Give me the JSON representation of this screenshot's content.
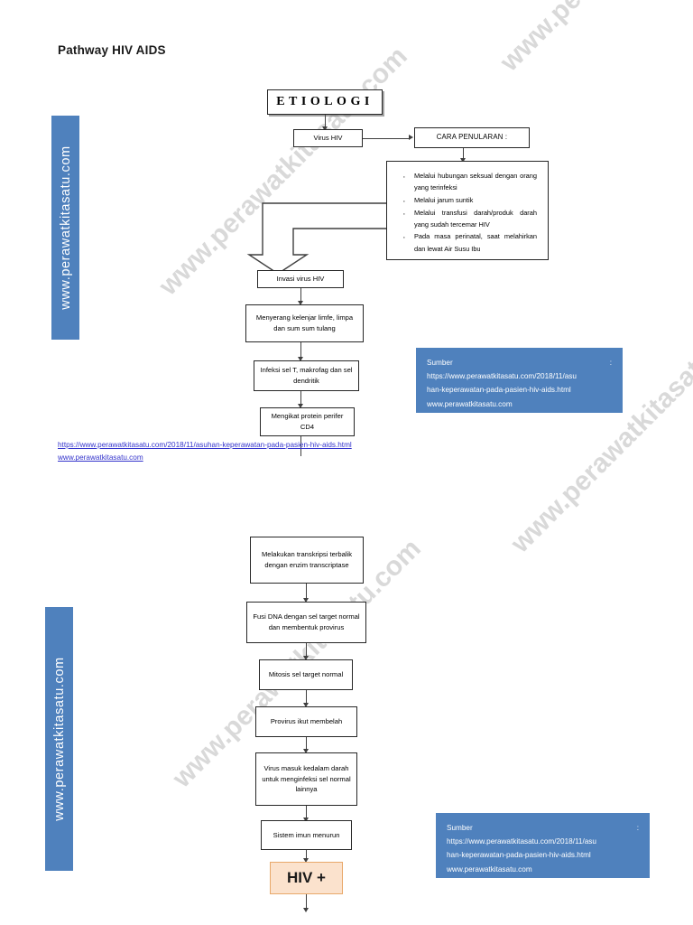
{
  "page": {
    "title": "Pathway HIV AIDS"
  },
  "watermark": {
    "text": "www.perawatkitasatu.com"
  },
  "side_banners": [
    {
      "text": "www.perawatkitasatu.com"
    },
    {
      "text": "www.perawatkitasatu.com"
    }
  ],
  "diagram_top": {
    "etiologi": "ETIOLOGI",
    "virus_hiv": "Virus HIV",
    "cara_penularan": "CARA PENULARAN :",
    "transmission_modes": [
      "Melalui hubungan seksual dengan orang yang terinfeksi",
      "Melalui jarum suntik",
      "Melalui transfusi darah/produk darah yang sudah tercemar HIV",
      "Pada masa perinatal, saat melahirkan dan lewat Air Susu Ibu"
    ],
    "invasi": "Invasi virus HIV",
    "menyerang": "Menyerang kelenjar limfe, limpa dan sum sum tulang",
    "infeksi": "Infeksi sel T, makrofag dan sel dendritik",
    "mengikat": "Mengikat protein perifer CD4"
  },
  "diagram_bottom": {
    "transkripsi": "Melakukan transkripsi terbalik dengan enzim transcriptase",
    "fusi_dna": "Fusi DNA dengan sel target normal dan membentuk provirus",
    "mitosis": "Mitosis sel target normal",
    "provirus": "Provirus ikut membelah",
    "virus_masuk": "Virus masuk kedalam darah untuk menginfeksi sel normal lainnya",
    "sistem_imun": "Sistem imun menurun",
    "hiv_plus": "HIV +"
  },
  "sumber_top": {
    "label": "Sumber",
    "colon": ":",
    "url_line1": "https://www.perawatkitasatu.com/2018/11/asu",
    "url_line2": "han-keperawatan-pada-pasien-hiv-aids.html",
    "site": "www.perawatkitasatu.com"
  },
  "sumber_bottom": {
    "label": "Sumber",
    "colon": ":",
    "url_line1": "https://www.perawatkitasatu.com/2018/11/asu",
    "url_line2": "han-keperawatan-pada-pasien-hiv-aids.html",
    "site": "www.perawatkitasatu.com"
  },
  "links": {
    "line1": "https://www.perawatkitasatu.com/2018/11/asuhan-keperawatan-pada-pasien-hiv-aids.html",
    "line2": "www.perawatkitasatu.com"
  },
  "colors": {
    "brand_blue": "#4F81BD",
    "link_blue": "#3333CC",
    "terminal_fill": "#FBE2CD",
    "terminal_border": "#E8A86A",
    "watermark_grey": "#D9D9D9"
  }
}
